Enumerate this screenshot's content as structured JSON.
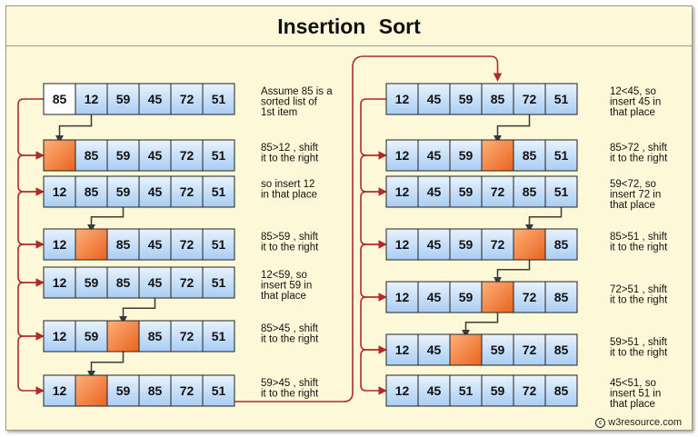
{
  "title": "Insertion  Sort",
  "credit": "w3resource.com",
  "colors": {
    "highlight": "#f07f3c",
    "cell": "#bcd8f5",
    "cell_plain": "#ffffff",
    "background": "#fdf8d8",
    "connector": "#b02a2a"
  },
  "left_rows": [
    {
      "values": [
        "85",
        "12",
        "59",
        "45",
        "72",
        "51"
      ],
      "hole": null,
      "light": [
        0
      ],
      "note": [
        "Assume 85 is a",
        "sorted list of",
        "1st item"
      ]
    },
    {
      "values": [
        "",
        "85",
        "59",
        "45",
        "72",
        "51"
      ],
      "hole": 0,
      "light": [],
      "note": [
        "85>12 , shift",
        "it to the right"
      ]
    },
    {
      "values": [
        "12",
        "85",
        "59",
        "45",
        "72",
        "51"
      ],
      "hole": null,
      "light": [],
      "note": [
        "so insert 12",
        "in that place"
      ]
    },
    {
      "values": [
        "12",
        "",
        "85",
        "45",
        "72",
        "51"
      ],
      "hole": 1,
      "light": [],
      "note": [
        "85>59 , shift",
        "it to the right"
      ]
    },
    {
      "values": [
        "12",
        "59",
        "85",
        "45",
        "72",
        "51"
      ],
      "hole": null,
      "light": [],
      "note": [
        "12<59, so",
        "insert 59 in",
        "that place"
      ]
    },
    {
      "values": [
        "12",
        "59",
        "",
        "85",
        "72",
        "51"
      ],
      "hole": 2,
      "light": [],
      "note": [
        "85>45 , shift",
        "it to the right"
      ]
    },
    {
      "values": [
        "12",
        "",
        "59",
        "85",
        "72",
        "51"
      ],
      "hole": 1,
      "light": [],
      "note": [
        "59>45 , shift",
        "it to the right"
      ]
    }
  ],
  "right_rows": [
    {
      "values": [
        "12",
        "45",
        "59",
        "85",
        "72",
        "51"
      ],
      "hole": null,
      "light": [],
      "note": [
        "12<45, so",
        "insert 45 in",
        "that place"
      ]
    },
    {
      "values": [
        "12",
        "45",
        "59",
        "",
        "85",
        "51"
      ],
      "hole": 3,
      "light": [],
      "note": [
        "85>72 , shift",
        "it to the right"
      ]
    },
    {
      "values": [
        "12",
        "45",
        "59",
        "72",
        "85",
        "51"
      ],
      "hole": null,
      "light": [],
      "note": [
        "59<72, so",
        "insert 72 in",
        "that place"
      ]
    },
    {
      "values": [
        "12",
        "45",
        "59",
        "72",
        "",
        "85"
      ],
      "hole": 4,
      "light": [],
      "note": [
        "85>51 , shift",
        "it to the right"
      ]
    },
    {
      "values": [
        "12",
        "45",
        "59",
        "",
        "72",
        "85"
      ],
      "hole": 3,
      "light": [],
      "note": [
        "72>51 , shift",
        "it to the right"
      ]
    },
    {
      "values": [
        "12",
        "45",
        "",
        "59",
        "72",
        "85"
      ],
      "hole": 2,
      "light": [],
      "note": [
        "59>51 , shift",
        "it to the right"
      ]
    },
    {
      "values": [
        "12",
        "45",
        "51",
        "59",
        "72",
        "85"
      ],
      "hole": null,
      "light": [],
      "note": [
        "45<51, so",
        "insert 51 in",
        "that place"
      ]
    }
  ]
}
